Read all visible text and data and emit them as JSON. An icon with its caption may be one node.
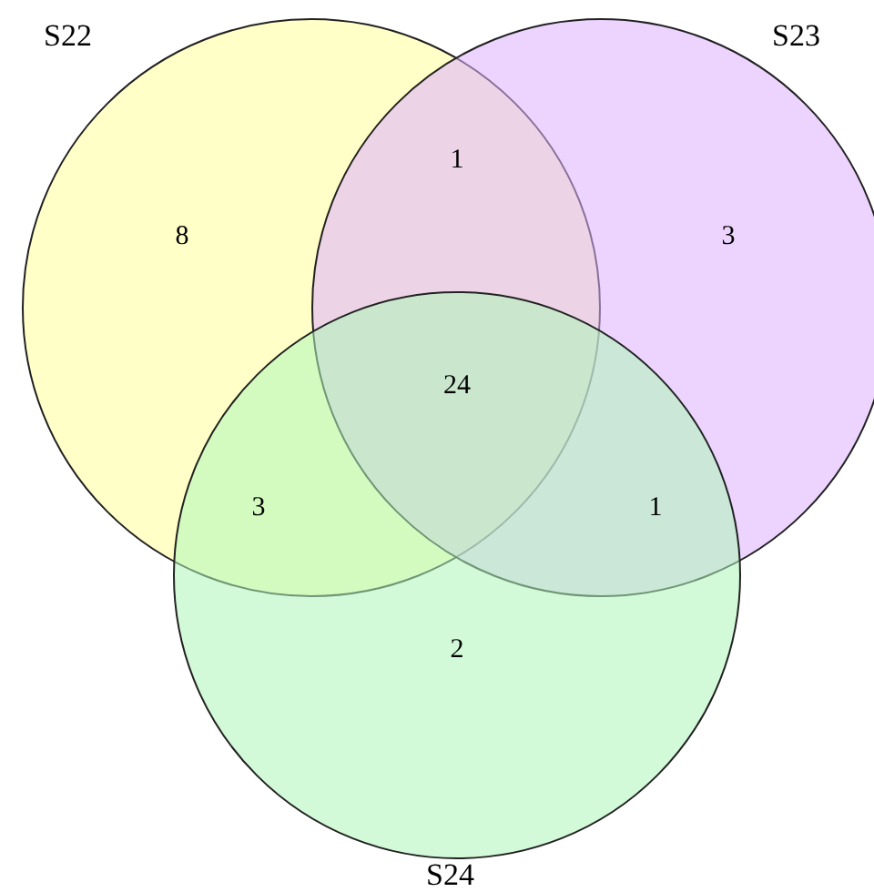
{
  "diagram": {
    "nodes": [
      {
        "text": [
          "S22"
        ]
      },
      {
        "text": [
          "S23"
        ]
      },
      {
        "text": [
          "S24"
        ]
      }
    ],
    "labels": [
      "1",
      "8",
      "3",
      "24",
      "3",
      "1",
      "2"
    ]
  }
}
